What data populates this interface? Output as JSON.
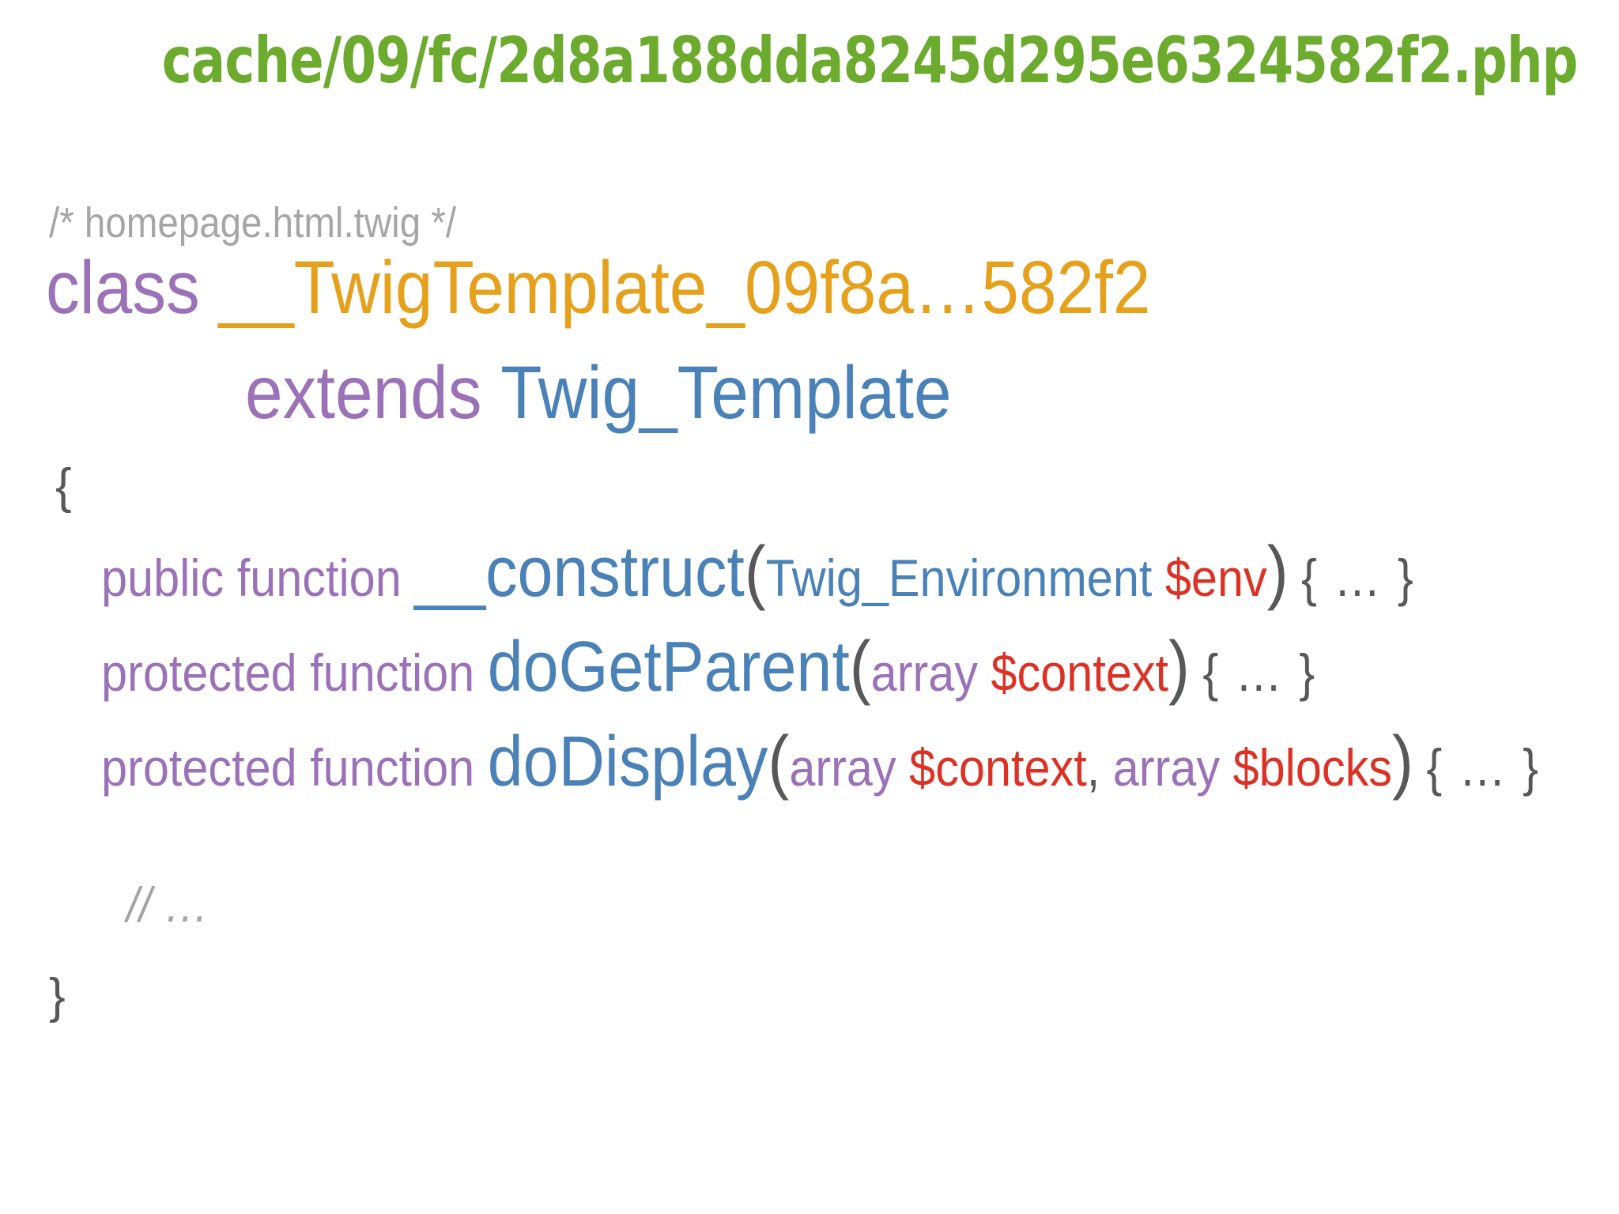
{
  "slide": {
    "background_color": "#ffffff",
    "title": "cache/09/fc/2d8a188dda8245d295e6324582f2.php",
    "title_color": "#6cab2e"
  },
  "palette": {
    "keyword": "#9b72b8",
    "class_name": "#e5a11c",
    "type": "#4a82b8",
    "method": "#4a82b8",
    "variable": "#dc3226",
    "comment": "#a6a6a8",
    "punctuation": "#58585a"
  },
  "code": {
    "file_comment": "/* homepage.html.twig */",
    "class_line": {
      "keyword": "class",
      "name": "__TwigTemplate_09f8a…582f2"
    },
    "extends_line": {
      "keyword": "extends",
      "parent": "Twig_Template"
    },
    "open_brace": "{",
    "close_brace": "}",
    "inner_comment": "// …",
    "methods": [
      {
        "modifiers": "public function",
        "name": "__construct",
        "paren_open": "(",
        "params": [
          {
            "type": "Twig_Environment",
            "type_style": "type",
            "var": "$env"
          }
        ],
        "paren_close": ")",
        "body": "{ … }"
      },
      {
        "modifiers": "protected function",
        "name": "doGetParent",
        "paren_open": "(",
        "params": [
          {
            "type": "array",
            "type_style": "keyword",
            "var": "$context"
          }
        ],
        "paren_close": ")",
        "body": "{ … }"
      },
      {
        "modifiers": "protected function",
        "name": "doDisplay",
        "paren_open": "(",
        "params": [
          {
            "type": "array",
            "type_style": "keyword",
            "var": "$context"
          },
          {
            "type": "array",
            "type_style": "keyword",
            "var": "$blocks"
          }
        ],
        "separator": ", ",
        "paren_close": ")",
        "body": "{ … }"
      }
    ]
  }
}
